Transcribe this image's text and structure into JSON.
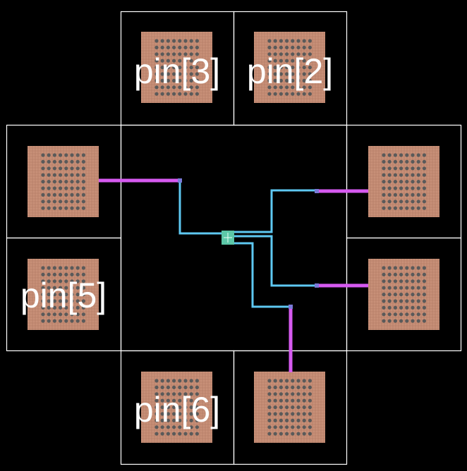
{
  "colors": {
    "background": "#000000",
    "cell_outline": "#ffffff",
    "pad_fill": "#c89078",
    "pad_mesh": "#b07a63",
    "pad_via": "#5a5a5a",
    "route_metal_upper": "#d65af0",
    "route_metal_lower": "#5ec8f2",
    "center_cell": "#5cc8a8",
    "label_text": "#ffffff"
  },
  "labels": {
    "pin3": "pin[3]",
    "pin2": "pin[2]",
    "pin5": "pin[5]",
    "pin6": "pin[6]"
  },
  "cells": [
    {
      "id": "top-left"
    },
    {
      "id": "top-right"
    },
    {
      "id": "left-upper"
    },
    {
      "id": "left-lower"
    },
    {
      "id": "right-upper"
    },
    {
      "id": "right-lower"
    },
    {
      "id": "bottom-left"
    },
    {
      "id": "bottom-right"
    },
    {
      "id": "center"
    }
  ],
  "pads": [
    {
      "id": "pin-3-pad",
      "label_key": "pin3"
    },
    {
      "id": "pin-2-pad",
      "label_key": "pin2"
    },
    {
      "id": "left-upper-pad"
    },
    {
      "id": "pin-5-pad",
      "label_key": "pin5"
    },
    {
      "id": "right-upper-pad"
    },
    {
      "id": "right-lower-pad"
    },
    {
      "id": "pin-6-pad",
      "label_key": "pin6"
    },
    {
      "id": "bottom-right-pad"
    }
  ]
}
